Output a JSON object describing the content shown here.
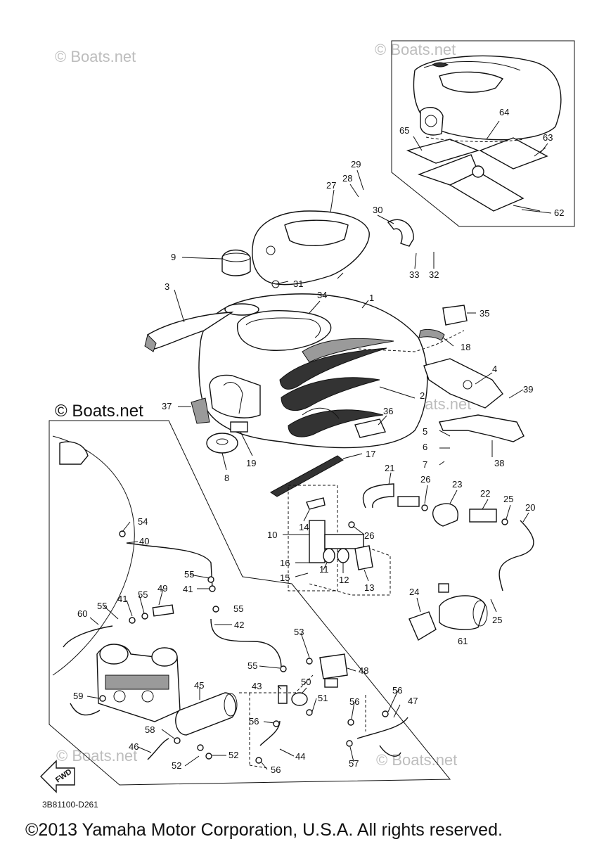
{
  "watermarks": [
    "© Boats.net",
    "© Boats.net",
    "© Boats.net",
    "© Boats.net",
    "© Boats.net"
  ],
  "watermark_bold": "© Boats.net",
  "diagram_code": "3B81100-D261",
  "fwd_label": "FWD",
  "copyright": "©2013 Yamaha Motor Corporation, U.S.A. All rights reserved.",
  "callouts": [
    "1",
    "2",
    "3",
    "4",
    "5",
    "6",
    "7",
    "8",
    "9",
    "10",
    "11",
    "12",
    "13",
    "14",
    "15",
    "16",
    "17",
    "18",
    "19",
    "20",
    "21",
    "22",
    "23",
    "24",
    "25",
    "25",
    "26",
    "26",
    "27",
    "28",
    "29",
    "30",
    "31",
    "32",
    "33",
    "34",
    "35",
    "36",
    "37",
    "38",
    "39",
    "40",
    "41",
    "41",
    "42",
    "43",
    "44",
    "45",
    "46",
    "47",
    "48",
    "49",
    "50",
    "51",
    "52",
    "52",
    "53",
    "54",
    "55",
    "55",
    "55",
    "55",
    "55",
    "56",
    "56",
    "56",
    "56",
    "57",
    "58",
    "59",
    "60",
    "61",
    "62",
    "63",
    "64",
    "65"
  ]
}
